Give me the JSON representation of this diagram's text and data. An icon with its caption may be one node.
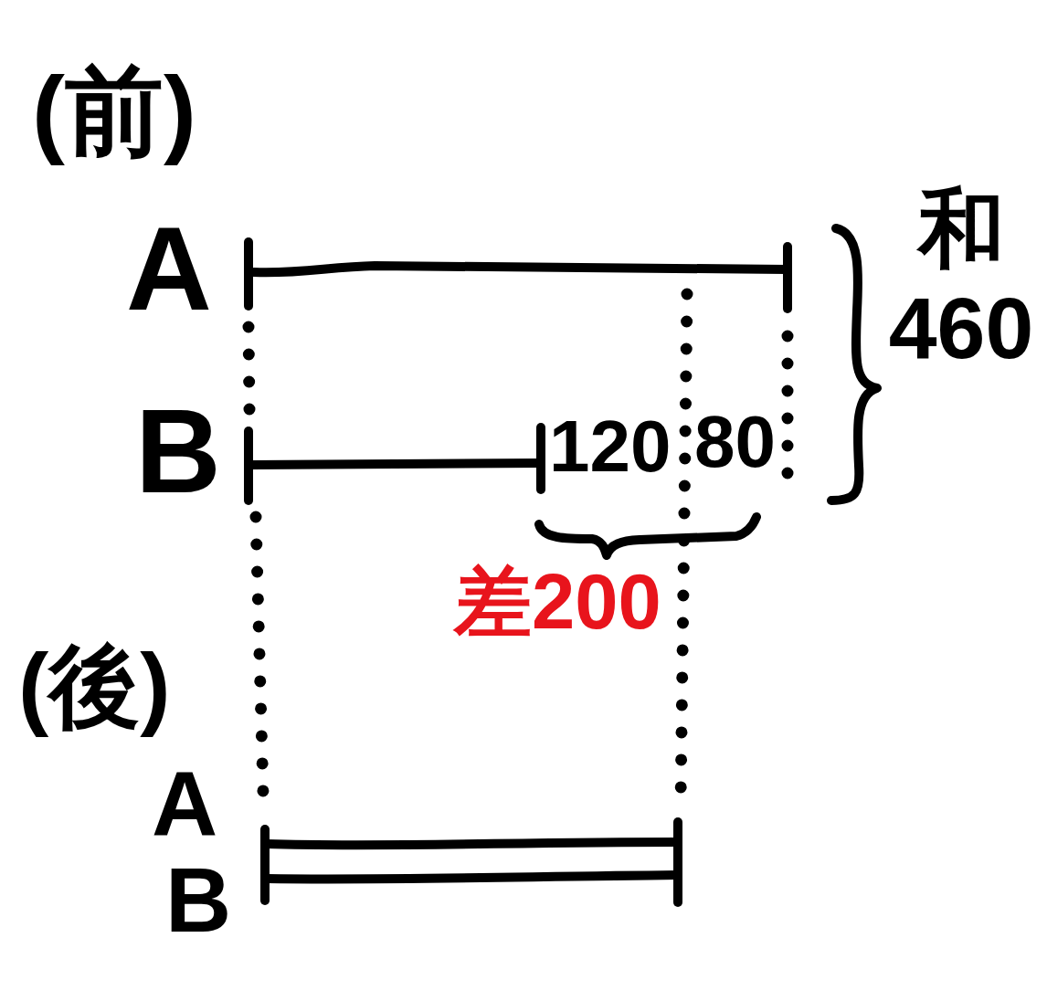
{
  "diagram": {
    "labels": [
      "(前)",
      "A",
      "和460",
      "B",
      "120",
      "80",
      "差200",
      "(後)",
      "A",
      "B"
    ]
  }
}
